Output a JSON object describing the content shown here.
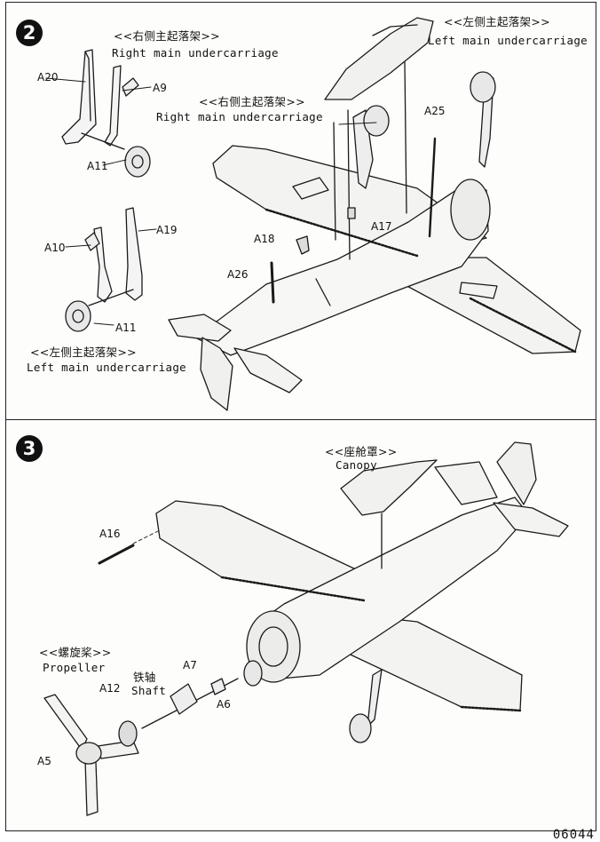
{
  "step2": {
    "number": "2",
    "label_right_main_uc_top": {
      "cn": "<<右侧主起落架>>",
      "en": "Right main undercarriage"
    },
    "label_right_main_uc_mid": {
      "cn": "<<右侧主起落架>>",
      "en": "Right main undercarriage"
    },
    "label_left_main_uc_top": {
      "cn": "<<左侧主起落架>>",
      "en": "Left main undercarriage"
    },
    "label_left_main_uc_bottom": {
      "cn": "<<左侧主起落架>>",
      "en": "Left main undercarriage"
    },
    "parts": {
      "a20": "A20",
      "a9": "A9",
      "a11_top": "A11",
      "a19": "A19",
      "a10": "A10",
      "a11_bottom": "A11",
      "a18": "A18",
      "a17": "A17",
      "a25": "A25",
      "a26": "A26"
    }
  },
  "step3": {
    "number": "3",
    "label_canopy": {
      "cn": "<<座舱罩>>",
      "en": "Canopy"
    },
    "label_propeller": {
      "cn": "<<螺旋桨>>",
      "en": "Propeller"
    },
    "label_shaft": {
      "cn": "铁轴",
      "en": "Shaft"
    },
    "parts": {
      "a16": "A16",
      "a7": "A7",
      "a12": "A12",
      "a6": "A6",
      "a5": "A5"
    }
  },
  "page_code": "06044"
}
